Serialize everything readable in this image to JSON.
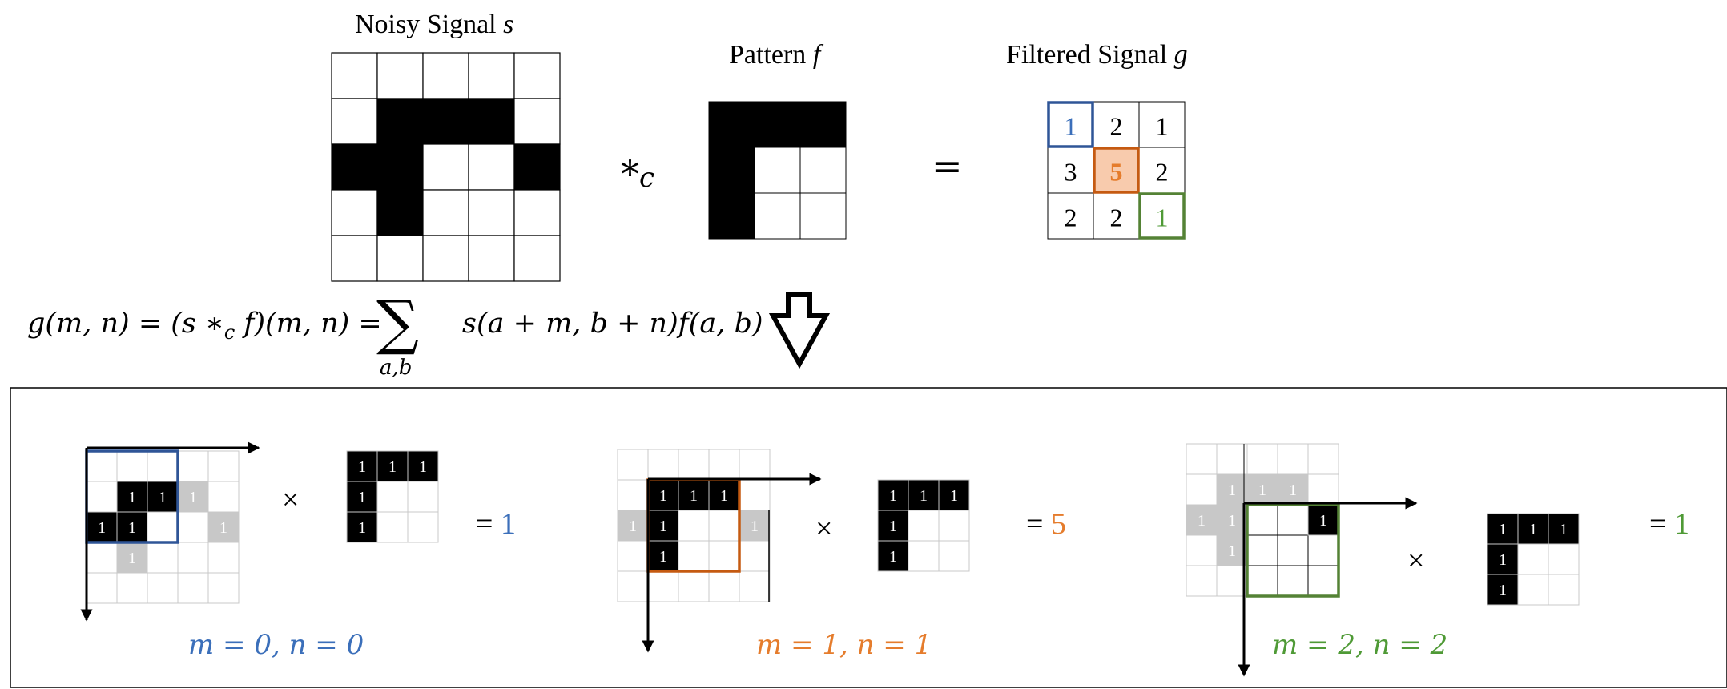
{
  "top": {
    "noisy_label": "Noisy Signal",
    "noisy_symbol": "s",
    "pattern_label": "Pattern",
    "pattern_symbol": "f",
    "filtered_label": "Filtered Signal",
    "filtered_symbol": "g",
    "conv_operator": "*",
    "conv_subscript": "c",
    "equals": "="
  },
  "noisy_grid": [
    [
      0,
      0,
      0,
      0,
      0
    ],
    [
      0,
      1,
      1,
      1,
      0
    ],
    [
      1,
      1,
      0,
      0,
      1
    ],
    [
      0,
      1,
      0,
      0,
      0
    ],
    [
      0,
      0,
      0,
      0,
      0
    ]
  ],
  "pattern_grid": [
    [
      1,
      1,
      1
    ],
    [
      1,
      0,
      0
    ],
    [
      1,
      0,
      0
    ]
  ],
  "filtered_grid": [
    [
      "1",
      "2",
      "1"
    ],
    [
      "3",
      "5",
      "2"
    ],
    [
      "2",
      "2",
      "1"
    ]
  ],
  "formula": {
    "lhs": "g(m, n) = (s ∗",
    "lhs_sub": "c",
    "rhs": "f)(m, n) =",
    "sum": "∑",
    "sum_sub": "a,b",
    "summand": "s(a + m, b + n)f(a, b)"
  },
  "examples": [
    {
      "caption": "m = 0, n = 0",
      "times": "×",
      "equals": "=",
      "result": "1"
    },
    {
      "caption": "m = 1, n = 1",
      "times": "×",
      "equals": "=",
      "result": "5"
    },
    {
      "caption": "m = 2, n = 2",
      "times": "×",
      "equals": "=",
      "result": "1"
    }
  ],
  "cell_one": "1",
  "colors": {
    "blue": "#2f5597",
    "blue_text": "#3b6fba",
    "orange": "#c55a11",
    "orange_text": "#e57c2c",
    "orange_fill": "#f8cbad",
    "green": "#548235",
    "green_text": "#4f9a36",
    "gray": "#c8c8c8",
    "black": "#000000"
  }
}
